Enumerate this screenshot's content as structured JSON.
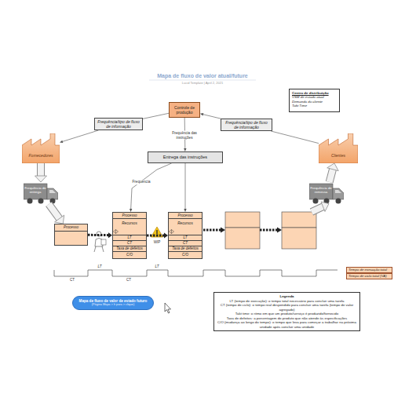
{
  "diagram": {
    "title": "Mapa de fluxo de valor atual/future",
    "nodes": [
      {
        "text": [
          "Centro de distribuição",
          "VSM de estado atual",
          "Demanda do cliente",
          "Takt Time"
        ]
      },
      {
        "text": [
          "Controle de produção"
        ]
      },
      {
        "text": [
          "Frequência/tipo de fluxo de informação"
        ]
      },
      {
        "text": [
          "Frequência/tipo de fluxo de informação"
        ]
      },
      {
        "text": [
          "Fornecedores"
        ]
      },
      {
        "text": [
          "Clientes"
        ]
      },
      {
        "text": [
          "Entrega das instruções"
        ]
      },
      {
        "text": [
          "Frequência de entrega"
        ]
      },
      {
        "text": [
          "Frequência de remessa"
        ]
      },
      {
        "text": [
          "Processo"
        ]
      },
      {
        "text": [
          "Processo",
          "Recursos",
          "LT",
          "CT",
          "Taxa de defeitos",
          "C/O"
        ]
      },
      {
        "text": [
          "Processo",
          "Recursos",
          "LT",
          "CT",
          "Taxa de defeitos",
          "C/O"
        ]
      },
      {
        "text": [
          "Tempo de execução total"
        ]
      },
      {
        "text": [
          "Tempo de ciclo total (VA)"
        ]
      },
      {
        "text": [
          "Mapa de fluxo de valor de estado futuro",
          "(Página Mapa > Ir para > clique)"
        ]
      },
      {
        "text": [
          "Legenda",
          "LT (tempo de execução): o tempo total necessário para concluir uma tarefa",
          "CT (tempo de ciclo): o tempo real despendido para concluir uma tarefa (tempo de valor agregado)",
          "Takt time: o ritmo em que um produto/serviço é produzido/fornecido",
          "Taxa de defeitos: a porcentagem do produto que não atende às especificações",
          "C/O (mudança ao longo do tempo): o tempo que leva para começar a trabalhar na próxima unidade após concluir uma unidade"
        ]
      }
    ],
    "edges": [
      {
        "from": 1,
        "to": 2,
        "arrow": "none"
      },
      {
        "from": 2,
        "to": 4,
        "arrow": "to"
      },
      {
        "from": 5,
        "to": 3,
        "arrow": "none"
      },
      {
        "from": 3,
        "to": 1,
        "arrow": "to"
      },
      {
        "from": 1,
        "to": 6,
        "label": "Frequência das instruções",
        "arrow": "to"
      },
      {
        "from": 6,
        "to": 10,
        "label": "Frequência",
        "arrow": "to"
      },
      {
        "from": 6,
        "to": 11,
        "arrow": "to"
      },
      {
        "from": 4,
        "to": 7,
        "arrow": "to"
      },
      {
        "from": 7,
        "to": 9,
        "arrow": "to"
      },
      {
        "from": 9,
        "to": 10,
        "arrow": "to"
      },
      {
        "from": 10,
        "to": 11,
        "arrow": "to"
      },
      {
        "from": 8,
        "to": 5,
        "arrow": "to"
      }
    ],
    "labels": [
      "Lucid Template | April 2, 2021",
      "WIP",
      "LT",
      "LT",
      "CT",
      "CT"
    ]
  }
}
